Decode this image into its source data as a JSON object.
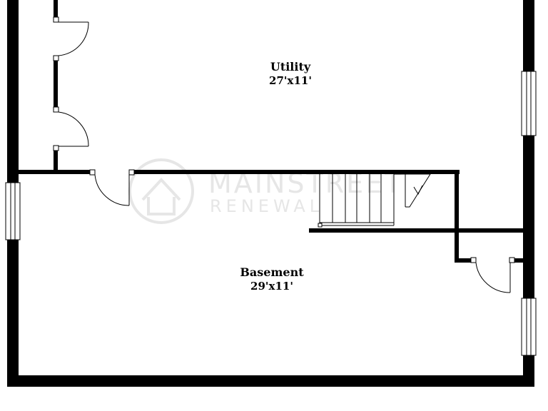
{
  "rooms": [
    {
      "name": "Utility",
      "size": "27'x11'"
    },
    {
      "name": "Basement",
      "size": "29'x11'"
    }
  ],
  "watermark": {
    "brand_line1": "MAINSTREET",
    "brand_line2": "RENEWAL",
    "logo_icon": "house-circle-logo-icon"
  },
  "colors": {
    "wall": "#000000",
    "background": "#ffffff",
    "watermark": "#e6e6e6"
  }
}
